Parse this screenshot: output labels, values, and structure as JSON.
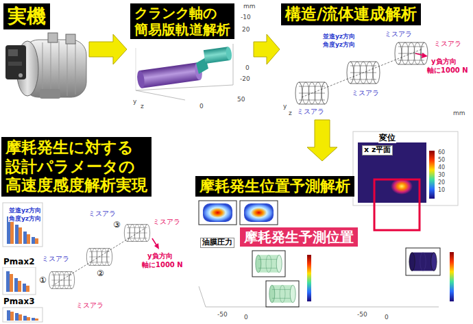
{
  "diagram": {
    "nodes": [
      {
        "text": [
          "実機"
        ]
      },
      {
        "text": [
          "クランク軸の 簡易版軌道解析"
        ]
      },
      {
        "text": [
          "構造/流体連成解析"
        ]
      },
      {
        "text": [
          "摩耗発生に対する 設計パラメータの 高速度感度解析実現"
        ]
      },
      {
        "text": [
          "摩耗発生位置予測解析"
        ]
      },
      {
        "text": [
          "摩耗発生予測位置"
        ],
        "in": 4
      }
    ],
    "edges": [
      {
        "from": 0,
        "to": 1,
        "arrow": "to"
      },
      {
        "from": 1,
        "to": 2,
        "arrow": "to"
      },
      {
        "from": 2,
        "to": 4,
        "arrow": "to"
      }
    ],
    "labels": [
      "mm",
      "-10",
      "20",
      "0",
      "-20",
      "50",
      "0",
      "y",
      "z",
      "並進yz方向",
      "角度yz方向",
      "ミスアラ",
      "ミスアラ",
      "y負方向",
      "軸に1000 N",
      "ミスアラ",
      "ミスアラ",
      "mm",
      "y",
      "z",
      "並進yz方向",
      "角度yz方向",
      "ミスアラ",
      "③",
      "ミスアラ",
      "y負方向",
      "軸に1000 N",
      "ミスアラ",
      "Pmax2",
      "②",
      "①",
      "Pmax3",
      "ミスアラ",
      "変位",
      "x z平面",
      "60",
      "50",
      "40",
      "30",
      "20",
      "10",
      "油膜圧力",
      "-50",
      "0",
      "-50",
      "0"
    ]
  }
}
